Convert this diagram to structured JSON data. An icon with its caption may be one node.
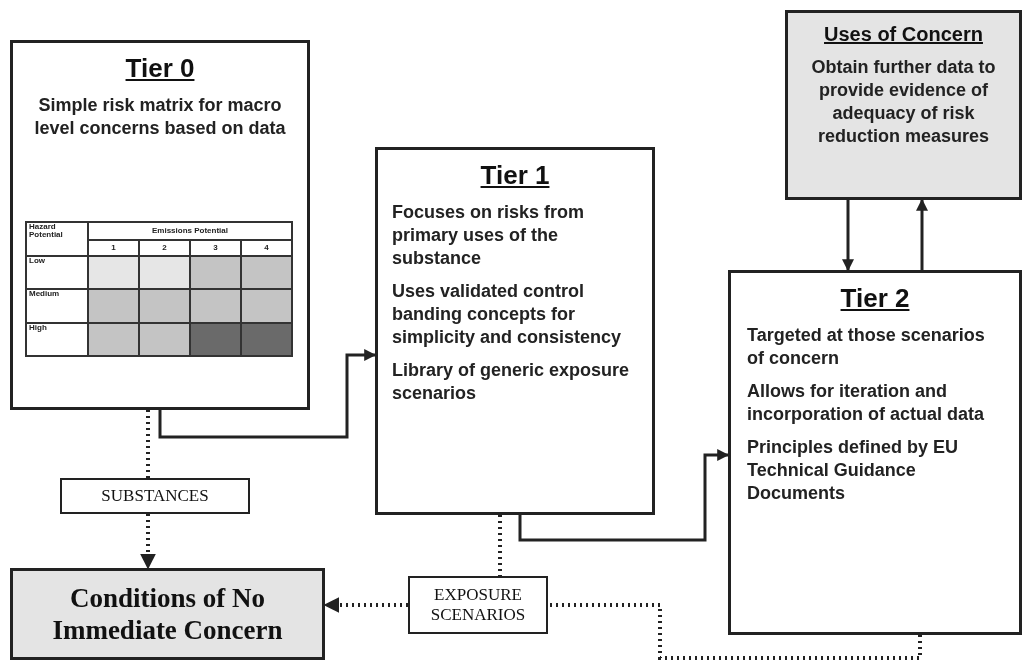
{
  "diagram": {
    "nodes": [
      {
        "text": [
          "Tier 0",
          "Simple risk matrix for macro level concerns based on data"
        ]
      },
      {
        "text": [
          "Tier 1",
          "Focuses on risks from primary uses of the substance",
          "Uses validated control banding concepts for simplicity and consistency",
          "Library of generic exposure scenarios"
        ]
      },
      {
        "text": [
          "Uses of Concern",
          "Obtain further data to provide evidence of adequacy of risk reduction measures"
        ]
      },
      {
        "text": [
          "Tier 2",
          "Targeted at those scenarios of concern",
          "Allows for iteration and incorporation of actual data",
          "Principles defined by EU Technical Guidance Documents"
        ]
      },
      {
        "text": [
          "SUBSTANCES"
        ]
      },
      {
        "text": [
          "Conditions of No Immediate Concern"
        ]
      },
      {
        "text": [
          "EXPOSURE SCENARIOS"
        ]
      }
    ],
    "edges": [
      {
        "from": 0,
        "to": 1,
        "arrow": "to"
      },
      {
        "from": 1,
        "to": 3,
        "arrow": "to"
      },
      {
        "from": 0,
        "to": 4,
        "arrow": "none",
        "style": "dashed"
      },
      {
        "from": 4,
        "to": 5,
        "arrow": "to",
        "style": "dashed"
      },
      {
        "from": 1,
        "to": 6,
        "arrow": "none",
        "style": "dashed"
      },
      {
        "from": 6,
        "to": 5,
        "arrow": "to",
        "style": "dashed"
      },
      {
        "from": 3,
        "to": 6,
        "arrow": "none",
        "style": "dashed"
      },
      {
        "from": 2,
        "to": 3,
        "arrow": "to"
      },
      {
        "from": 3,
        "to": 2,
        "arrow": "to"
      }
    ],
    "labels": [
      "Hazard Potential",
      "Emissions Potential",
      "1",
      "2",
      "3",
      "4",
      "Low",
      "Medium",
      "High"
    ]
  }
}
